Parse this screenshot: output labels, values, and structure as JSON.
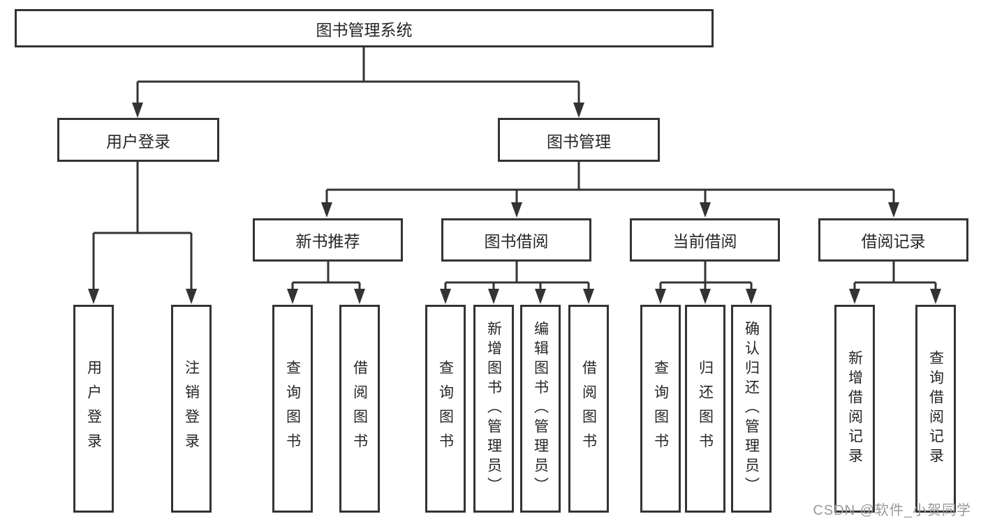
{
  "diagram": {
    "root": {
      "label": "图书管理系统"
    },
    "level2": [
      {
        "label": "用户登录"
      },
      {
        "label": "图书管理"
      }
    ],
    "level3": [
      {
        "label": "新书推荐"
      },
      {
        "label": "图书借阅"
      },
      {
        "label": "当前借阅"
      },
      {
        "label": "借阅记录"
      }
    ],
    "leaves": [
      {
        "label": "用户登录"
      },
      {
        "label": "注销登录"
      },
      {
        "label": "查询图书"
      },
      {
        "label": "借阅图书"
      },
      {
        "label": "查询图书"
      },
      {
        "label": "新增图书（管理员）"
      },
      {
        "label": "编辑图书（管理员）"
      },
      {
        "label": "借阅图书"
      },
      {
        "label": "查询图书"
      },
      {
        "label": "归还图书"
      },
      {
        "label": "确认归还（管理员）"
      },
      {
        "label": "新增借阅记录"
      },
      {
        "label": "查询借阅记录"
      }
    ],
    "watermark": "CSDN @软件_小贺同学",
    "colors": {
      "line": "#333333",
      "text": "#262626",
      "background": "#ffffff",
      "watermark": "#9a9a9a"
    }
  }
}
